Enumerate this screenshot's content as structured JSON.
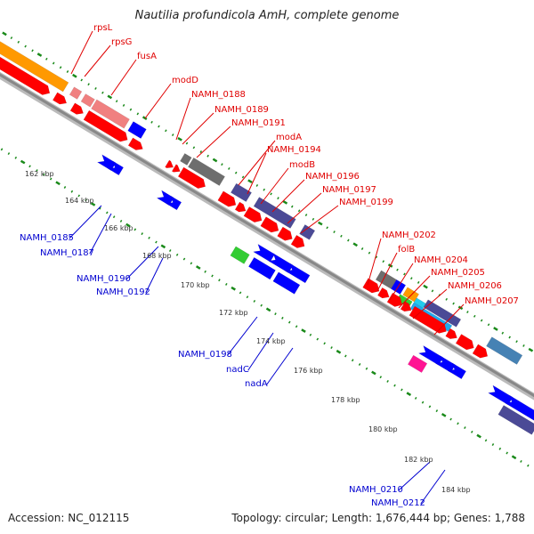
{
  "title": "Nautilia profundicola AmH, complete genome",
  "footer": {
    "accession": "Accession: NC_012115",
    "summary": "Topology: circular; Length: 1,676,444 bp; Genes: 1,788"
  },
  "colors": {
    "forward_label": "#e00000",
    "reverse_label": "#0000d0",
    "backbone": "#999999",
    "tick": "#1a8a1a",
    "orange": "#ff9900",
    "salmon": "#f08080",
    "red": "#ff0000",
    "blue": "#0000ff",
    "gray": "#6e6e6e",
    "slate": "#4b4a96",
    "green": "#33cc33",
    "cyan": "#22ccee",
    "skyblue": "#22aaee",
    "steelblue": "#4682b4",
    "magenta": "#ff1493"
  },
  "kbp_ticks": [
    "162 kbp",
    "164 kbp",
    "166 kbp",
    "168 kbp",
    "170 kbp",
    "172 kbp",
    "174 kbp",
    "176 kbp",
    "178 kbp",
    "180 kbp",
    "182 kbp",
    "184 kbp"
  ],
  "forward_labels": [
    "rpsL",
    "rpsG",
    "fusA",
    "modD",
    "NAMH_0188",
    "NAMH_0189",
    "NAMH_0191",
    "modA",
    "NAMH_0194",
    "modB",
    "NAMH_0196",
    "NAMH_0197",
    "NAMH_0199",
    "NAMH_0202",
    "folB",
    "NAMH_0204",
    "NAMH_0205",
    "NAMH_0206",
    "NAMH_0207"
  ],
  "reverse_labels": [
    "NAMH_0185",
    "NAMH_0187",
    "NAMH_0190",
    "NAMH_0192",
    "NAMH_0198",
    "nadC",
    "nadA",
    "NAMH_0210",
    "NAMH_0212"
  ]
}
